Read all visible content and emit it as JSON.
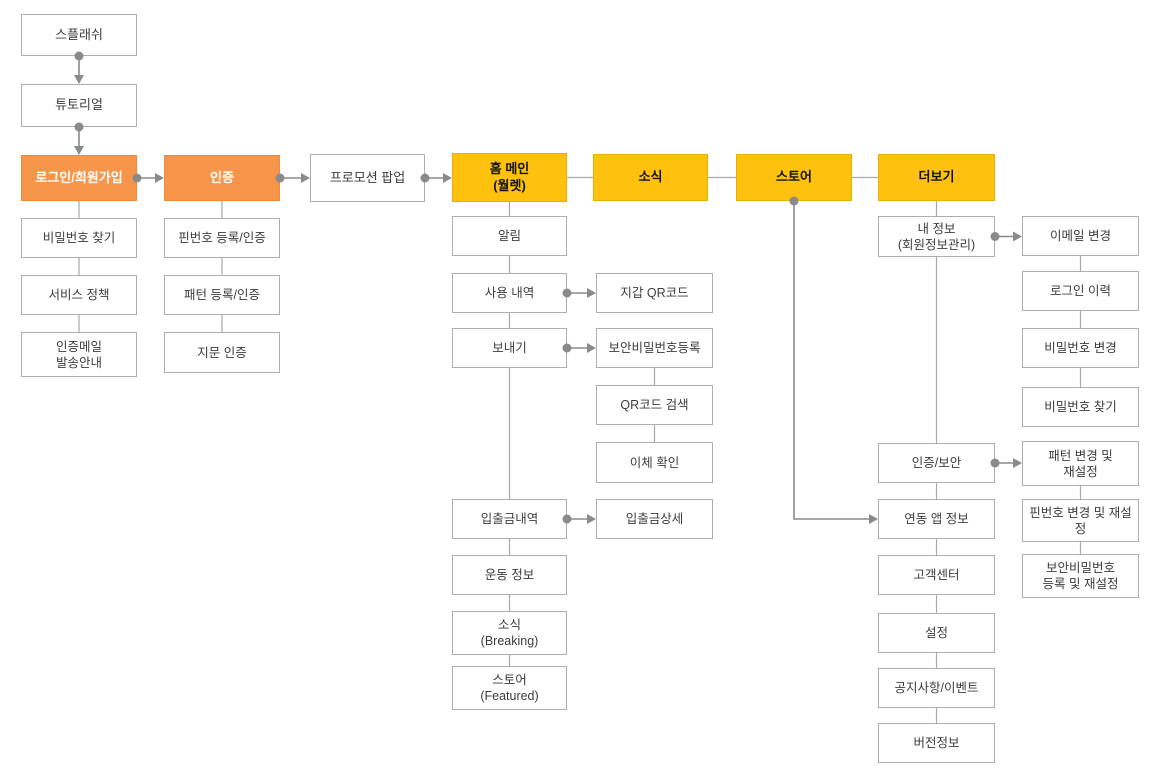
{
  "diagram": {
    "type": "app-ia-flowchart",
    "language": "ko",
    "colors": {
      "orange_node": "#F7964B",
      "yellow_node": "#FEC10D",
      "box_border": "#aeaeae",
      "connector": "#8a8a8a",
      "chain_line": "#a8a8a8",
      "text": "#3d3d3d",
      "background": "#ffffff"
    },
    "nodes": {
      "splash": {
        "label": "스플래쉬"
      },
      "tutorial": {
        "label": "튜토리얼"
      },
      "login": {
        "label": "로그인/회원가입"
      },
      "auth": {
        "label": "인증"
      },
      "promo": {
        "label": "프로모션 팝업"
      },
      "home": {
        "label": "홈 메인\n(월렛)"
      },
      "news": {
        "label": "소식"
      },
      "store": {
        "label": "스토어"
      },
      "more": {
        "label": "더보기"
      },
      "find_password": {
        "label": "비밀번호 찾기"
      },
      "service_policy": {
        "label": "서비스 정책"
      },
      "auth_mail": {
        "label": "인증메일\n발송안내"
      },
      "pin_reg": {
        "label": "핀번호 등록/인증"
      },
      "pattern_reg": {
        "label": "패턴 등록/인증"
      },
      "fingerprint": {
        "label": "지문 인증"
      },
      "alarm": {
        "label": "알림"
      },
      "usage": {
        "label": "사용 내역"
      },
      "send": {
        "label": "보내기"
      },
      "inout": {
        "label": "입출금내역"
      },
      "workout": {
        "label": "운동 정보"
      },
      "news_breaking": {
        "label": "소식\n(Breaking)"
      },
      "store_featured": {
        "label": "스토어\n(Featured)"
      },
      "wallet_qr": {
        "label": "지갑 QR코드"
      },
      "secpw_reg": {
        "label": "보안비밀번호등록"
      },
      "qr_search": {
        "label": "QR코드 검색"
      },
      "transfer_confirm": {
        "label": "이체 확인"
      },
      "inout_detail": {
        "label": "입출금상세"
      },
      "my_info": {
        "label": "내 정보\n(회원정보관리)"
      },
      "auth_security": {
        "label": "인증/보안"
      },
      "linked_app": {
        "label": "연동 앱 정보"
      },
      "customer_center": {
        "label": "고객센터"
      },
      "settings": {
        "label": "설정"
      },
      "notice_event": {
        "label": "공지사항/이벤트"
      },
      "version_info": {
        "label": "버전정보"
      },
      "email_change": {
        "label": "이메일 변경"
      },
      "login_history": {
        "label": "로그인 이력"
      },
      "pw_change": {
        "label": "비밀번호 변경"
      },
      "pw_find": {
        "label": "비밀번호 찾기"
      },
      "pattern_reset": {
        "label": "패턴 변경 및\n재설정"
      },
      "pin_reset": {
        "label": "핀번호 변경 및 재설\n정"
      },
      "secpw_reset": {
        "label": "보안비밀번호\n등록 및 재설정"
      }
    },
    "edges": [
      {
        "from": "splash",
        "to": "tutorial",
        "kind": "arrow",
        "dir": "v"
      },
      {
        "from": "tutorial",
        "to": "login",
        "kind": "arrow",
        "dir": "v"
      },
      {
        "from": "login",
        "to": "auth",
        "kind": "arrow",
        "dir": "h"
      },
      {
        "from": "auth",
        "to": "promo",
        "kind": "arrow",
        "dir": "h"
      },
      {
        "from": "promo",
        "to": "home",
        "kind": "arrow",
        "dir": "h"
      },
      {
        "from": "home",
        "to": "news",
        "kind": "line",
        "dir": "h"
      },
      {
        "from": "news",
        "to": "store",
        "kind": "line",
        "dir": "h"
      },
      {
        "from": "store",
        "to": "more",
        "kind": "line",
        "dir": "h"
      },
      {
        "from": "login",
        "to": "find_password",
        "kind": "line",
        "dir": "v"
      },
      {
        "from": "find_password",
        "to": "service_policy",
        "kind": "line",
        "dir": "v"
      },
      {
        "from": "service_policy",
        "to": "auth_mail",
        "kind": "line",
        "dir": "v"
      },
      {
        "from": "auth",
        "to": "pin_reg",
        "kind": "line",
        "dir": "v"
      },
      {
        "from": "pin_reg",
        "to": "pattern_reg",
        "kind": "line",
        "dir": "v"
      },
      {
        "from": "pattern_reg",
        "to": "fingerprint",
        "kind": "line",
        "dir": "v"
      },
      {
        "from": "home",
        "to": "alarm",
        "kind": "line",
        "dir": "v"
      },
      {
        "from": "alarm",
        "to": "usage",
        "kind": "line",
        "dir": "v"
      },
      {
        "from": "usage",
        "to": "send",
        "kind": "line",
        "dir": "v"
      },
      {
        "from": "send",
        "to": "inout",
        "kind": "line",
        "dir": "v"
      },
      {
        "from": "inout",
        "to": "workout",
        "kind": "line",
        "dir": "v"
      },
      {
        "from": "workout",
        "to": "news_breaking",
        "kind": "line",
        "dir": "v"
      },
      {
        "from": "news_breaking",
        "to": "store_featured",
        "kind": "line",
        "dir": "v"
      },
      {
        "from": "usage",
        "to": "wallet_qr",
        "kind": "arrow",
        "dir": "h"
      },
      {
        "from": "send",
        "to": "secpw_reg",
        "kind": "arrow",
        "dir": "h"
      },
      {
        "from": "secpw_reg",
        "to": "qr_search",
        "kind": "line",
        "dir": "v"
      },
      {
        "from": "qr_search",
        "to": "transfer_confirm",
        "kind": "line",
        "dir": "v"
      },
      {
        "from": "inout",
        "to": "inout_detail",
        "kind": "arrow",
        "dir": "h"
      },
      {
        "from": "more",
        "to": "my_info",
        "kind": "line",
        "dir": "v"
      },
      {
        "from": "my_info",
        "to": "auth_security",
        "kind": "line",
        "dir": "v"
      },
      {
        "from": "auth_security",
        "to": "linked_app",
        "kind": "line",
        "dir": "v"
      },
      {
        "from": "linked_app",
        "to": "customer_center",
        "kind": "line",
        "dir": "v"
      },
      {
        "from": "customer_center",
        "to": "settings",
        "kind": "line",
        "dir": "v"
      },
      {
        "from": "settings",
        "to": "notice_event",
        "kind": "line",
        "dir": "v"
      },
      {
        "from": "notice_event",
        "to": "version_info",
        "kind": "line",
        "dir": "v"
      },
      {
        "from": "my_info",
        "to": "email_change",
        "kind": "arrow",
        "dir": "h"
      },
      {
        "from": "email_change",
        "to": "login_history",
        "kind": "line",
        "dir": "v"
      },
      {
        "from": "login_history",
        "to": "pw_change",
        "kind": "line",
        "dir": "v"
      },
      {
        "from": "pw_change",
        "to": "pw_find",
        "kind": "line",
        "dir": "v"
      },
      {
        "from": "auth_security",
        "to": "pattern_reset",
        "kind": "arrow",
        "dir": "h"
      },
      {
        "from": "pattern_reset",
        "to": "pin_reset",
        "kind": "line",
        "dir": "v"
      },
      {
        "from": "pin_reset",
        "to": "secpw_reset",
        "kind": "line",
        "dir": "v"
      },
      {
        "from": "store",
        "to": "linked_app",
        "kind": "arrow",
        "dir": "elbow"
      }
    ]
  }
}
